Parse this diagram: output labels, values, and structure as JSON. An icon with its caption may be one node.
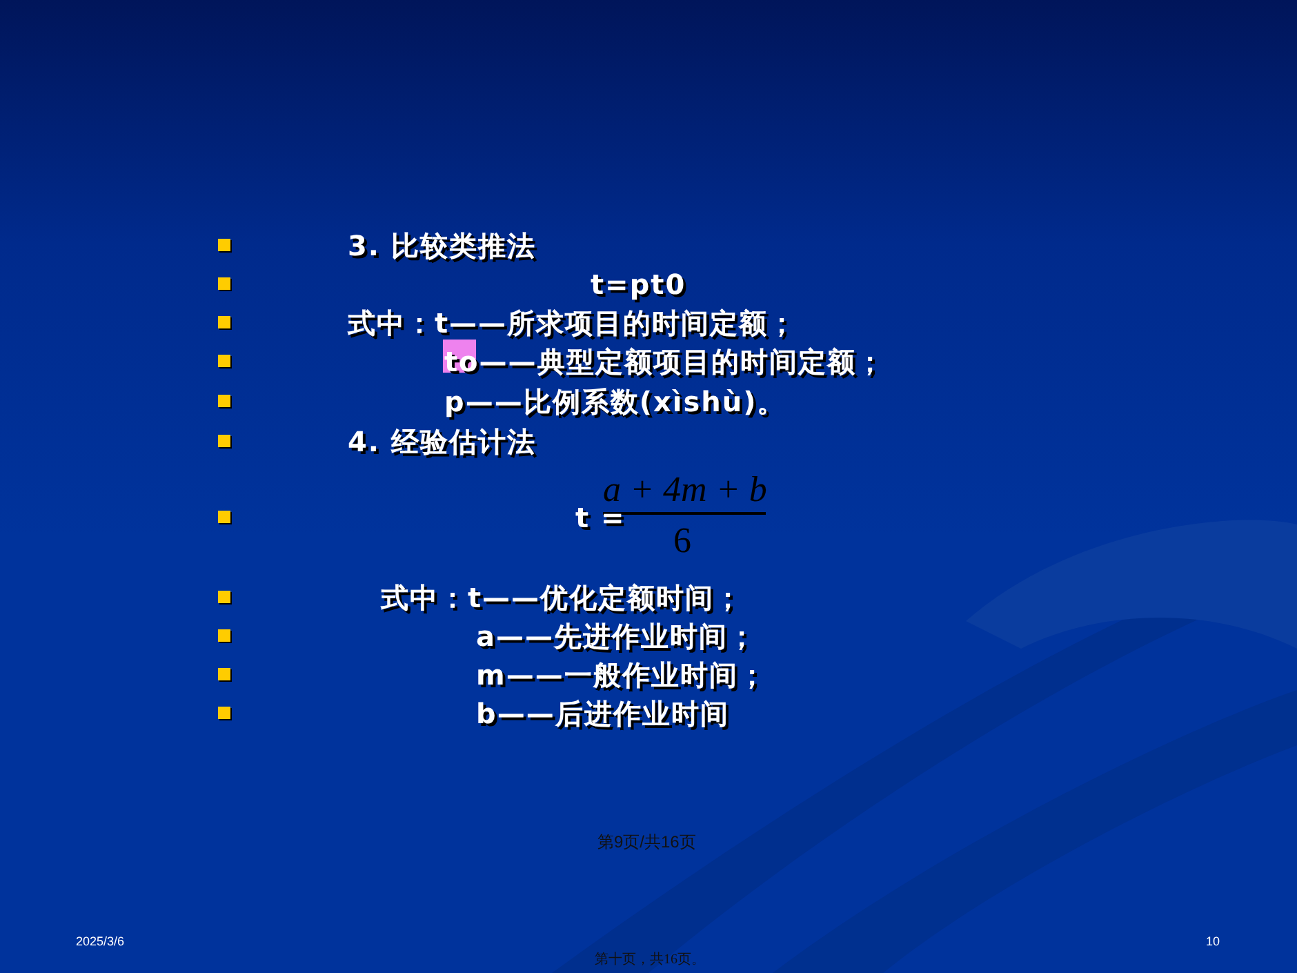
{
  "diagram": {
    "labels": [
      "3. 比较类推法",
      "t=pt0",
      "式中：t——所求项目的时间定额；",
      "to——典型定额项目的时间定额；",
      "p——比例系数(xìshù)。",
      "4. 经验估计法",
      "t =",
      "a + 4m + b",
      "6",
      "式中：t——优化定额时间；",
      "a——先进作业时间；",
      "m——一般作业时间；",
      "b——后进作业时间",
      "第9页/共16页",
      "2025/3/6",
      "10",
      "第十页，共16页。"
    ]
  }
}
